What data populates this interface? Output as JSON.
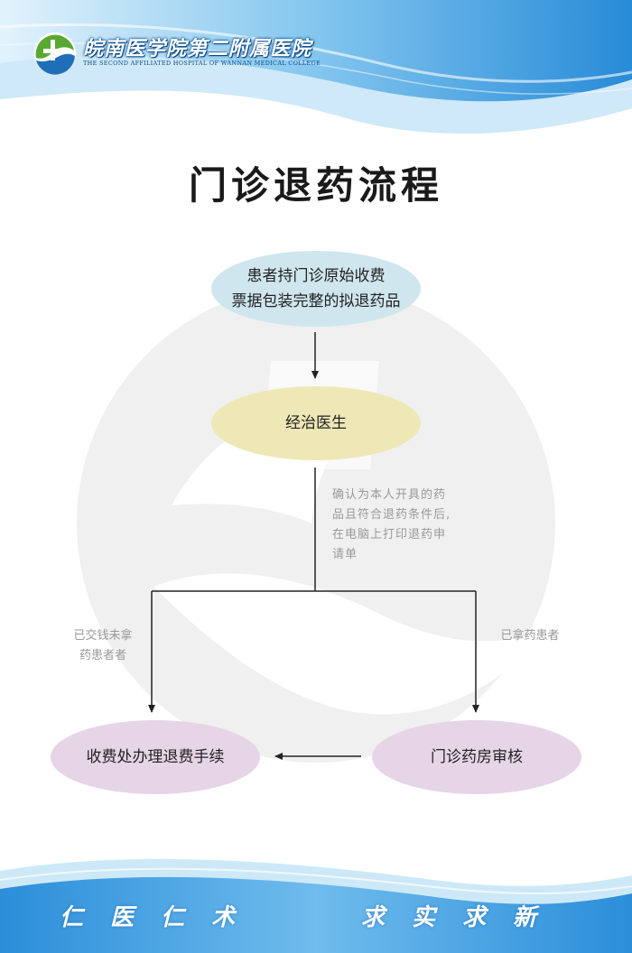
{
  "header": {
    "hospital_name": "皖南医学院第二附属医院",
    "hospital_name_en": "THE SECOND AFFILIATED HOSPITAL OF WANNAN MEDICAL COLLEGE"
  },
  "title": "门诊退药流程",
  "nodes": {
    "start_line1": "患者持门诊原始收费",
    "start_line2": "票据包装完整的拟退药品",
    "doctor": "经治医生",
    "cashier": "收费处办理退费手续",
    "pharmacy": "门诊药房审核"
  },
  "notes": {
    "confirm_lines": [
      "确认为本人开具的药",
      "品且符合退药条件后,",
      "在电脑上打印退药申",
      "请单"
    ],
    "not_taken_lines": [
      "已交钱未拿",
      "药患者者"
    ],
    "taken": "已拿药患者"
  },
  "footer": {
    "slogan_left": "仁医仁术",
    "slogan_right": "求实求新"
  },
  "colors": {
    "start_node": "#cfe6ee",
    "doctor_node": "#ede8b6",
    "end_nodes": "#e6d5e6",
    "wave_blue": "#2d8fd8"
  }
}
